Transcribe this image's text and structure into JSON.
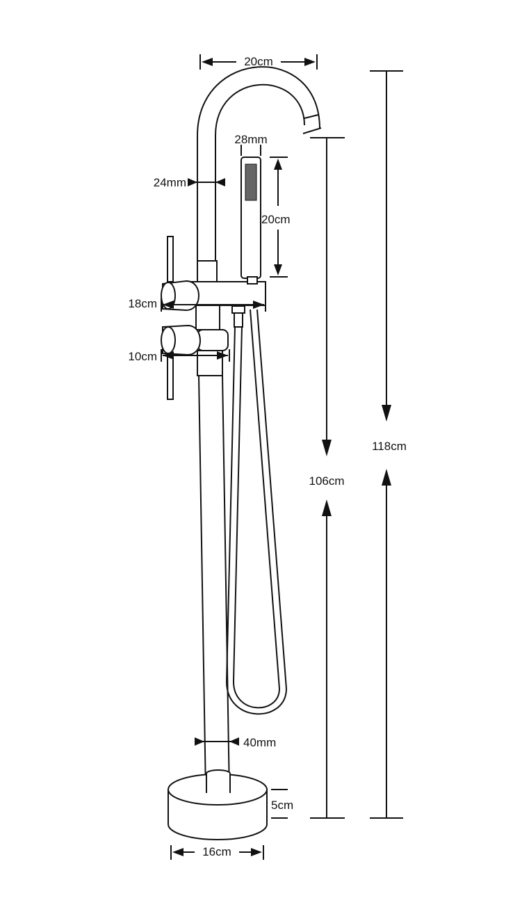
{
  "diagram": {
    "dimensions": {
      "spout_reach": "20cm",
      "hand_shower_diameter": "28mm",
      "spout_pipe_diameter": "24mm",
      "hand_shower_length": "20cm",
      "upper_handle": "18cm",
      "lower_handle": "10cm",
      "total_height": "118cm",
      "spout_outlet_height": "106cm",
      "column_diameter": "40mm",
      "base_height": "5cm",
      "base_diameter": "16cm"
    },
    "colors": {
      "line": "#111111",
      "background": "#ffffff"
    }
  }
}
